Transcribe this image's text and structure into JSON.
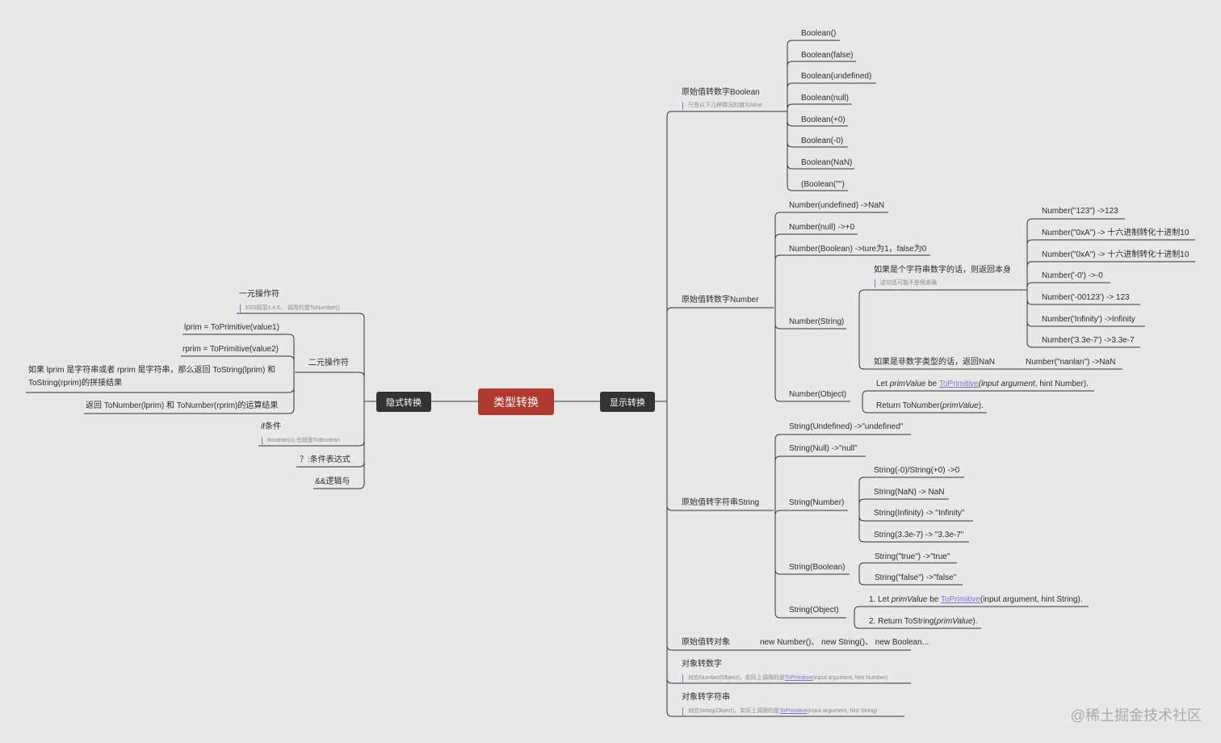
{
  "root": "类型转换",
  "left_main": "隐式转换",
  "right_main": "显示转换",
  "implicit": {
    "unary": {
      "label": "一元操作符",
      "note": "ES5规范1.4.6、 调用的是ToNumber()"
    },
    "binary": {
      "label": "二元操作符",
      "items": [
        "lprim = ToPrimitive(value1)",
        "rprim = ToPrimitive(value2)",
        "如果 lprim 是字符串或者 rprim 是字符串，那么返回 ToString(lprim) 和 ToString(rprim)的拼接结果",
        "返回 ToNumber(lprim) 和 ToNumber(rprim)的运算结果"
      ]
    },
    "if": {
      "label": "if条件",
      "note": "Boolean(x),也就是ToBoolean"
    },
    "ternary": "？:条件表达式",
    "and": "&&逻辑与"
  },
  "explicit": {
    "boolean": {
      "label": "原始值转数字Boolean",
      "note": "只有以下几种情况的值为false",
      "items": [
        "Boolean()",
        "Boolean(false)",
        "Boolean(undefined)",
        "Boolean(null)",
        "Boolean(+0)",
        "Boolean(-0)",
        "Boolean(NaN)",
        "(Boolean(\"\")"
      ]
    },
    "number": {
      "label": "原始值转数字Number",
      "undefined": "Number(undefined) ->NaN",
      "null": "Number(null) ->+0",
      "boolean": "Number(Boolean) ->ture为1，false为0",
      "string": {
        "label": "Number(String)",
        "numeric": {
          "label": "如果是个字符串数字的话，则返回本身",
          "note": "这句话可能不是很准确"
        },
        "numeric_items": [
          "Number(\"123\") ->123",
          "Number(\"0xA\") -> 十六进制转化十进制10",
          "Number(\"0xA\") -> 十六进制转化十进制10",
          "Number('-0') ->-0",
          "Number('-00123') -> 123",
          "Number('Infinity') ->Infinity",
          "Number('3.3e-7') ->3.3e-7"
        ],
        "nonnumeric": "如果是非数字类型的话，返回NaN",
        "nonnumeric_item": "Number(\"nanlan\") ->NaN"
      },
      "object": {
        "label": "Number(Object)",
        "step1": {
          "a": "Let ",
          "b": "primValue",
          "c": " be ",
          "d": "ToPrimitive",
          "e": "(input argument",
          "f": ", hint Number)."
        },
        "step2": {
          "a": "Return ToNumber(",
          "b": "primValue",
          "c": ")."
        }
      }
    },
    "string": {
      "label": "原始值转字符串String",
      "undefined": "String(Undefined) ->\"undefined\"",
      "null": "String(Null) ->\"null\"",
      "number": {
        "label": "String(Number)",
        "items": [
          "String(-0)/String(+0) ->0",
          "String(NaN) -> NaN",
          "String(Infinity)  -> \"Infinity\"",
          "String(3.3e-7) -> \"3.3e-7\""
        ]
      },
      "boolean": {
        "label": "String(Boolean)",
        "items": [
          "String(\"true\") ->\"true\"",
          "String(\"false\") ->\"false\""
        ]
      },
      "object": {
        "label": "String(Object)",
        "step1": {
          "a": "1. Let ",
          "b": "primValue",
          "c": " be ",
          "d": "ToPrimitive",
          "e": "(input argument, hint String)."
        },
        "step2": {
          "a": "2. Return ToString(",
          "b": "primValue",
          "c": ")."
        }
      }
    },
    "to_object": {
      "label": "原始值转对象",
      "value": "new Number()、 new String()、 new Boolean..."
    },
    "obj_to_number": {
      "label": "对象转数字",
      "note_a": "对应Number(Object)，实际上调用的是",
      "note_link": "ToPrimitive",
      "note_b": "(input argument, hint Number)"
    },
    "obj_to_string": {
      "label": "对象转字符串",
      "note_a": "对应String(Object)，实际上调用的是",
      "note_link": "ToPrimitive",
      "note_b": "(input argument, hint String)"
    }
  },
  "watermark": "@稀土掘金技术社区"
}
